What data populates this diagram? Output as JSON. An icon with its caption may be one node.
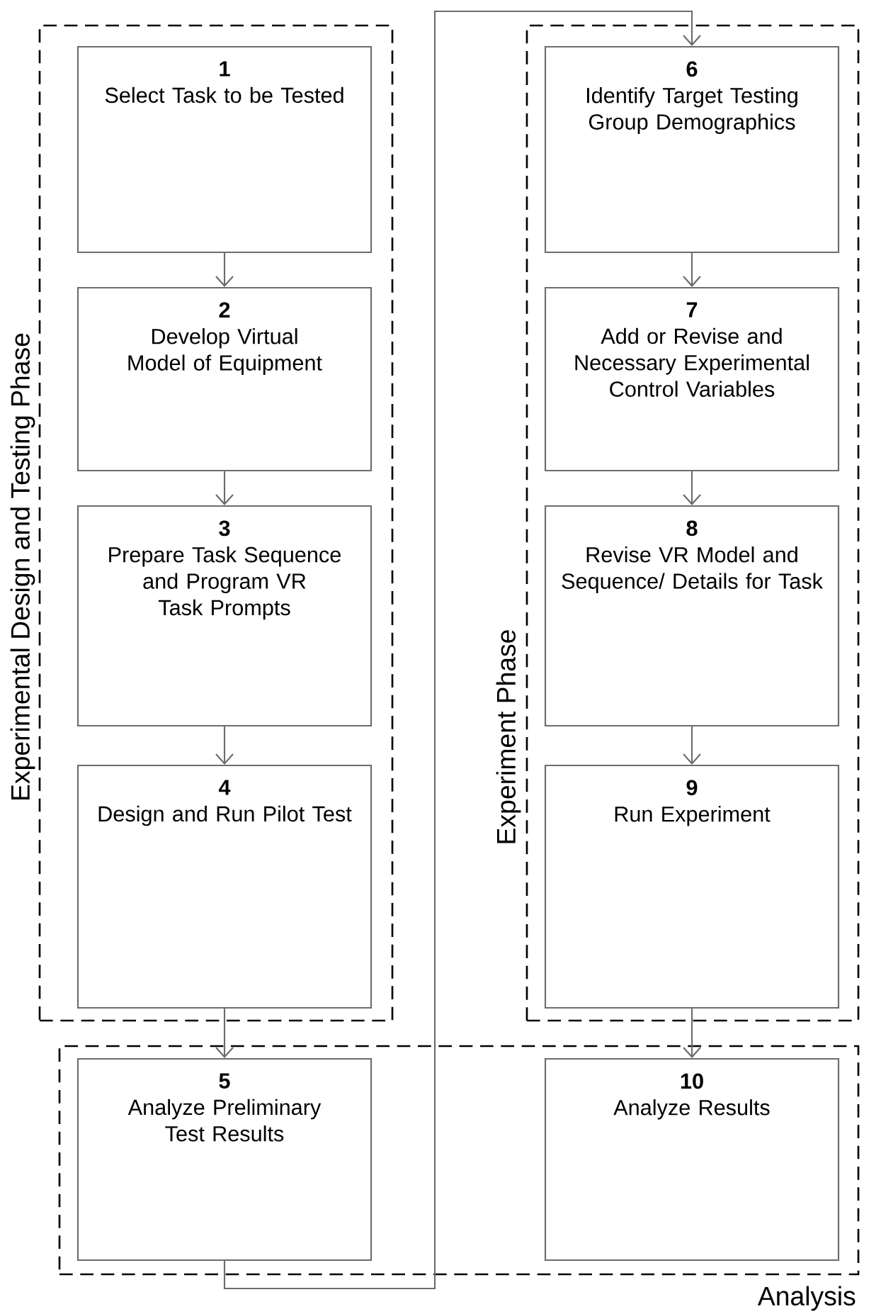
{
  "diagram": {
    "nodes": [
      {
        "text": [
          "Experimental Design and Testing Phase"
        ]
      },
      {
        "text": [
          "1",
          "Select Task to be Tested"
        ],
        "in": 0
      },
      {
        "text": [
          "2",
          "Develop Virtual Model of Equipment"
        ],
        "in": 0
      },
      {
        "text": [
          "3",
          "Prepare Task Sequence and Program VR Task Prompts"
        ],
        "in": 0
      },
      {
        "text": [
          "4",
          "Design and Run Pilot Test"
        ],
        "in": 0
      },
      {
        "text": [
          "Experiment Phase"
        ]
      },
      {
        "text": [
          "6",
          "Identify Target Testing Group Demographics"
        ],
        "in": 5
      },
      {
        "text": [
          "7",
          "Add or Revise and Necessary Experimental Control Variables"
        ],
        "in": 5
      },
      {
        "text": [
          "8",
          "Revise VR Model and Sequence/ Details for Task"
        ],
        "in": 5
      },
      {
        "text": [
          "9",
          "Run Experiment"
        ],
        "in": 5
      },
      {
        "text": [
          "Analysis"
        ]
      },
      {
        "text": [
          "5",
          "Analyze Preliminary Test Results"
        ],
        "in": 10
      },
      {
        "text": [
          "10",
          "Analyze Results"
        ],
        "in": 10
      }
    ],
    "edges": [
      {
        "from": 1,
        "to": 2,
        "arrow": "to"
      },
      {
        "from": 2,
        "to": 3,
        "arrow": "to"
      },
      {
        "from": 3,
        "to": 4,
        "arrow": "to"
      },
      {
        "from": 4,
        "to": 11,
        "arrow": "to"
      },
      {
        "from": 11,
        "to": 6,
        "arrow": "to"
      },
      {
        "from": 6,
        "to": 7,
        "arrow": "to"
      },
      {
        "from": 7,
        "to": 8,
        "arrow": "to"
      },
      {
        "from": 8,
        "to": 9,
        "arrow": "to"
      },
      {
        "from": 9,
        "to": 12,
        "arrow": "to"
      }
    ]
  }
}
